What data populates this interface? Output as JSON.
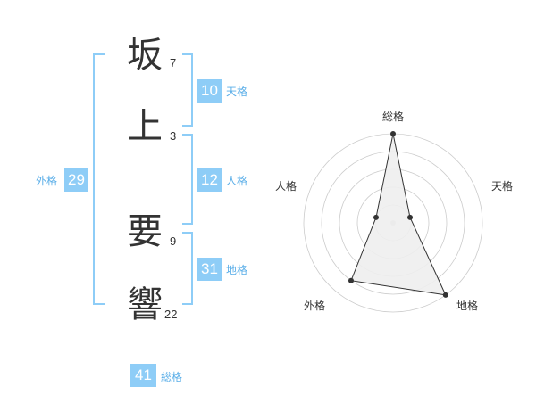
{
  "name": {
    "characters": [
      {
        "char": "坂",
        "strokes": "7"
      },
      {
        "char": "上",
        "strokes": "3"
      },
      {
        "char": "要",
        "strokes": "9"
      },
      {
        "char": "響",
        "strokes": "22"
      }
    ]
  },
  "fortune": {
    "tenkaku": {
      "value": "10",
      "label": "天格"
    },
    "jinkaku": {
      "value": "12",
      "label": "人格"
    },
    "chikaku": {
      "value": "31",
      "label": "地格"
    },
    "gaikaku": {
      "value": "29",
      "label": "外格"
    },
    "soukaku": {
      "value": "41",
      "label": "総格"
    }
  },
  "colors": {
    "accent": "#8ecdf7",
    "label_text": "#5aaee8",
    "text": "#333333",
    "radar_fill": "#eeeeee",
    "radar_ring": "#cccccc"
  },
  "chart_data": {
    "type": "radar",
    "axes": [
      "総格",
      "天格",
      "地格",
      "外格",
      "人格"
    ],
    "levels": 5,
    "range": [
      0,
      5
    ],
    "values": [
      5,
      1,
      5,
      4,
      1
    ]
  }
}
